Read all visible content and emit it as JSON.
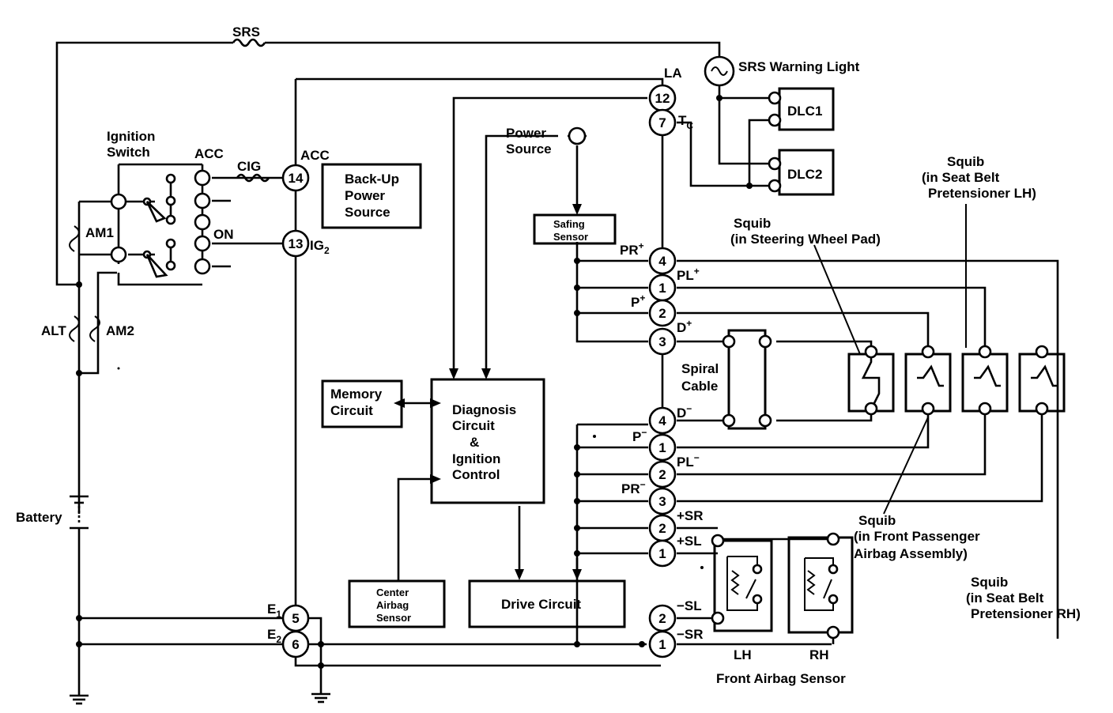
{
  "labels": {
    "srs_fuse": "SRS",
    "warning_light": "SRS Warning Light",
    "la": "LA",
    "dlc1": "DLC1",
    "dlc2": "DLC2",
    "ignition_switch_1": "Ignition",
    "ignition_switch_2": "Switch",
    "acc_switch": "ACC",
    "cig": "CIG",
    "acc_ecu": "ACC",
    "on": "ON",
    "am1": "AM1",
    "am2": "AM2",
    "alt": "ALT",
    "battery": "Battery",
    "ig2": "IG",
    "ig2_sub": "2",
    "tc": "T",
    "tc_sub": "C",
    "e1": "E",
    "e1_sub": "1",
    "e2": "E",
    "e2_sub": "2",
    "power_source_1": "Power",
    "power_source_2": "Source",
    "pr_plus": "PR",
    "pl_plus": "PL",
    "p_plus": "P",
    "d_plus": "D",
    "d_minus": "D",
    "p_minus": "P",
    "pl_minus": "PL",
    "pr_minus": "PR",
    "plus_sr": "+SR",
    "plus_sl": "+SL",
    "minus_sl": "−SL",
    "minus_sr": "−SR",
    "plus_sign": "+",
    "minus_sign": "−",
    "spiral_cable_1": "Spiral",
    "spiral_cable_2": "Cable",
    "squib_steering_1": "Squib",
    "squib_steering_2": "(in Steering Wheel Pad)",
    "squib_lh_1": "Squib",
    "squib_lh_2": "(in Seat Belt",
    "squib_lh_3": "Pretensioner LH)",
    "squib_pass_1": "Squib",
    "squib_pass_2": "(in Front Passenger",
    "squib_pass_3": "Airbag Assembly)",
    "squib_rh_1": "Squib",
    "squib_rh_2": "(in Seat Belt",
    "squib_rh_3": "Pretensioner RH)",
    "lh": "LH",
    "rh": "RH",
    "front_airbag_sensor": "Front Airbag Sensor"
  },
  "blocks": {
    "backup_1": "Back-Up",
    "backup_2": "Power",
    "backup_3": "Source",
    "memory_1": "Memory",
    "memory_2": "Circuit",
    "diag_1": "Diagnosis",
    "diag_2": "Circuit",
    "diag_3": "&",
    "diag_4": "Ignition",
    "diag_5": "Control",
    "safing_1": "Safing",
    "safing_2": "Sensor",
    "center_1": "Center",
    "center_2": "Airbag",
    "center_3": "Sensor",
    "drive": "Drive Circuit"
  },
  "pins": {
    "p12": "12",
    "p7": "7",
    "p14": "14",
    "p13": "13",
    "p4a": "4",
    "p1a": "1",
    "p2a": "2",
    "p3a": "3",
    "p4b": "4",
    "p1b": "1",
    "p2b": "2",
    "p3b": "3",
    "p2c": "2",
    "p1c": "1",
    "p2d": "2",
    "p1d": "1",
    "p5": "5",
    "p6": "6"
  }
}
